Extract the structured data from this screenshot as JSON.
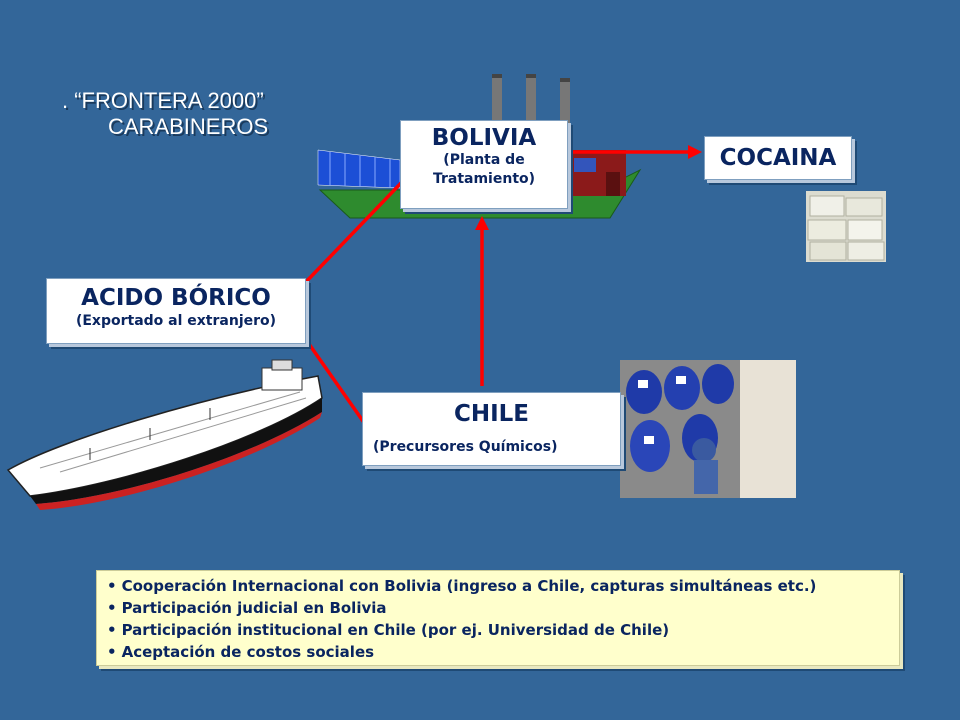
{
  "header": {
    "line1": ". “FRONTERA 2000”",
    "line2": "CARABINEROS"
  },
  "nodes": {
    "bolivia": {
      "title": "BOLIVIA",
      "sub1": "(Planta de",
      "sub2": "Tratamiento)"
    },
    "cocaina": {
      "title": "COCAINA"
    },
    "acido": {
      "title": "ACIDO BÓRICO",
      "sub": "(Exportado al extranjero)"
    },
    "chile": {
      "title": "CHILE",
      "sub": "(Precursores Químicos)"
    }
  },
  "bullets": [
    "Cooperación Internacional con Bolivia (ingreso a Chile, capturas simultáneas etc.)",
    "Participación judicial en Bolivia",
    "Participación institucional en Chile (por ej. Universidad de Chile)",
    "Aceptación de costos sociales"
  ],
  "colors": {
    "background": "#336699",
    "connector": "#ff0000",
    "text": "#0a2560",
    "note_bg": "#ffffcc"
  }
}
